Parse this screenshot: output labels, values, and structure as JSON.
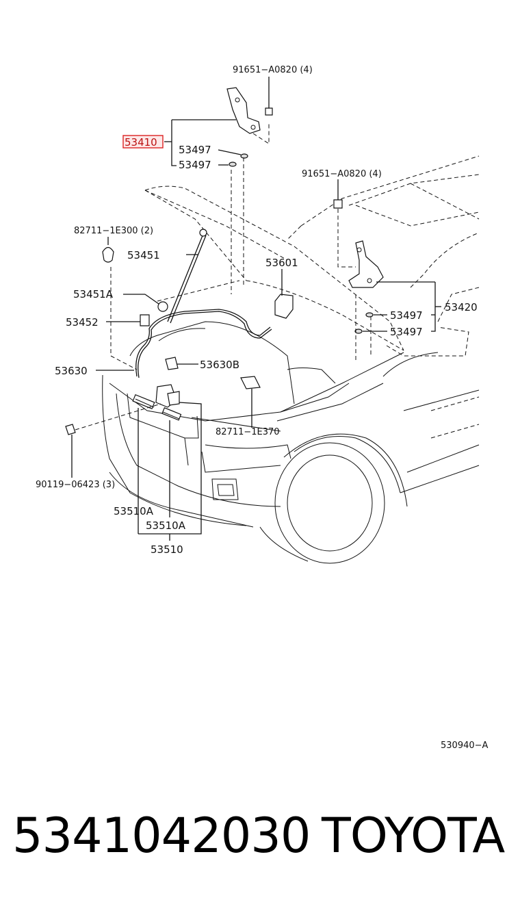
{
  "labels": {
    "l_91651_top": "91651−A0820 (4)",
    "l_53410": "53410",
    "l_53497_a": "53497",
    "l_53497_b": "53497",
    "l_91651_mid": "91651−A0820 (4)",
    "l_82711_1e300": "82711−1E300 (2)",
    "l_53451": "53451",
    "l_53601": "53601",
    "l_53451a": "53451A",
    "l_53452": "53452",
    "l_53420": "53420",
    "l_53497_c": "53497",
    "l_53497_d": "53497",
    "l_53630": "53630",
    "l_53630b": "53630B",
    "l_82711_1e370": "82711−1E370",
    "l_90119": "90119−06423 (3)",
    "l_53510a_a": "53510A",
    "l_53510a_b": "53510A",
    "l_53510": "53510",
    "l_ref": "530940−A"
  },
  "highlight": {
    "part": "53410",
    "color": "#dd2222"
  },
  "footer": {
    "part_number": "5341042030",
    "brand": "TOYOTA"
  }
}
